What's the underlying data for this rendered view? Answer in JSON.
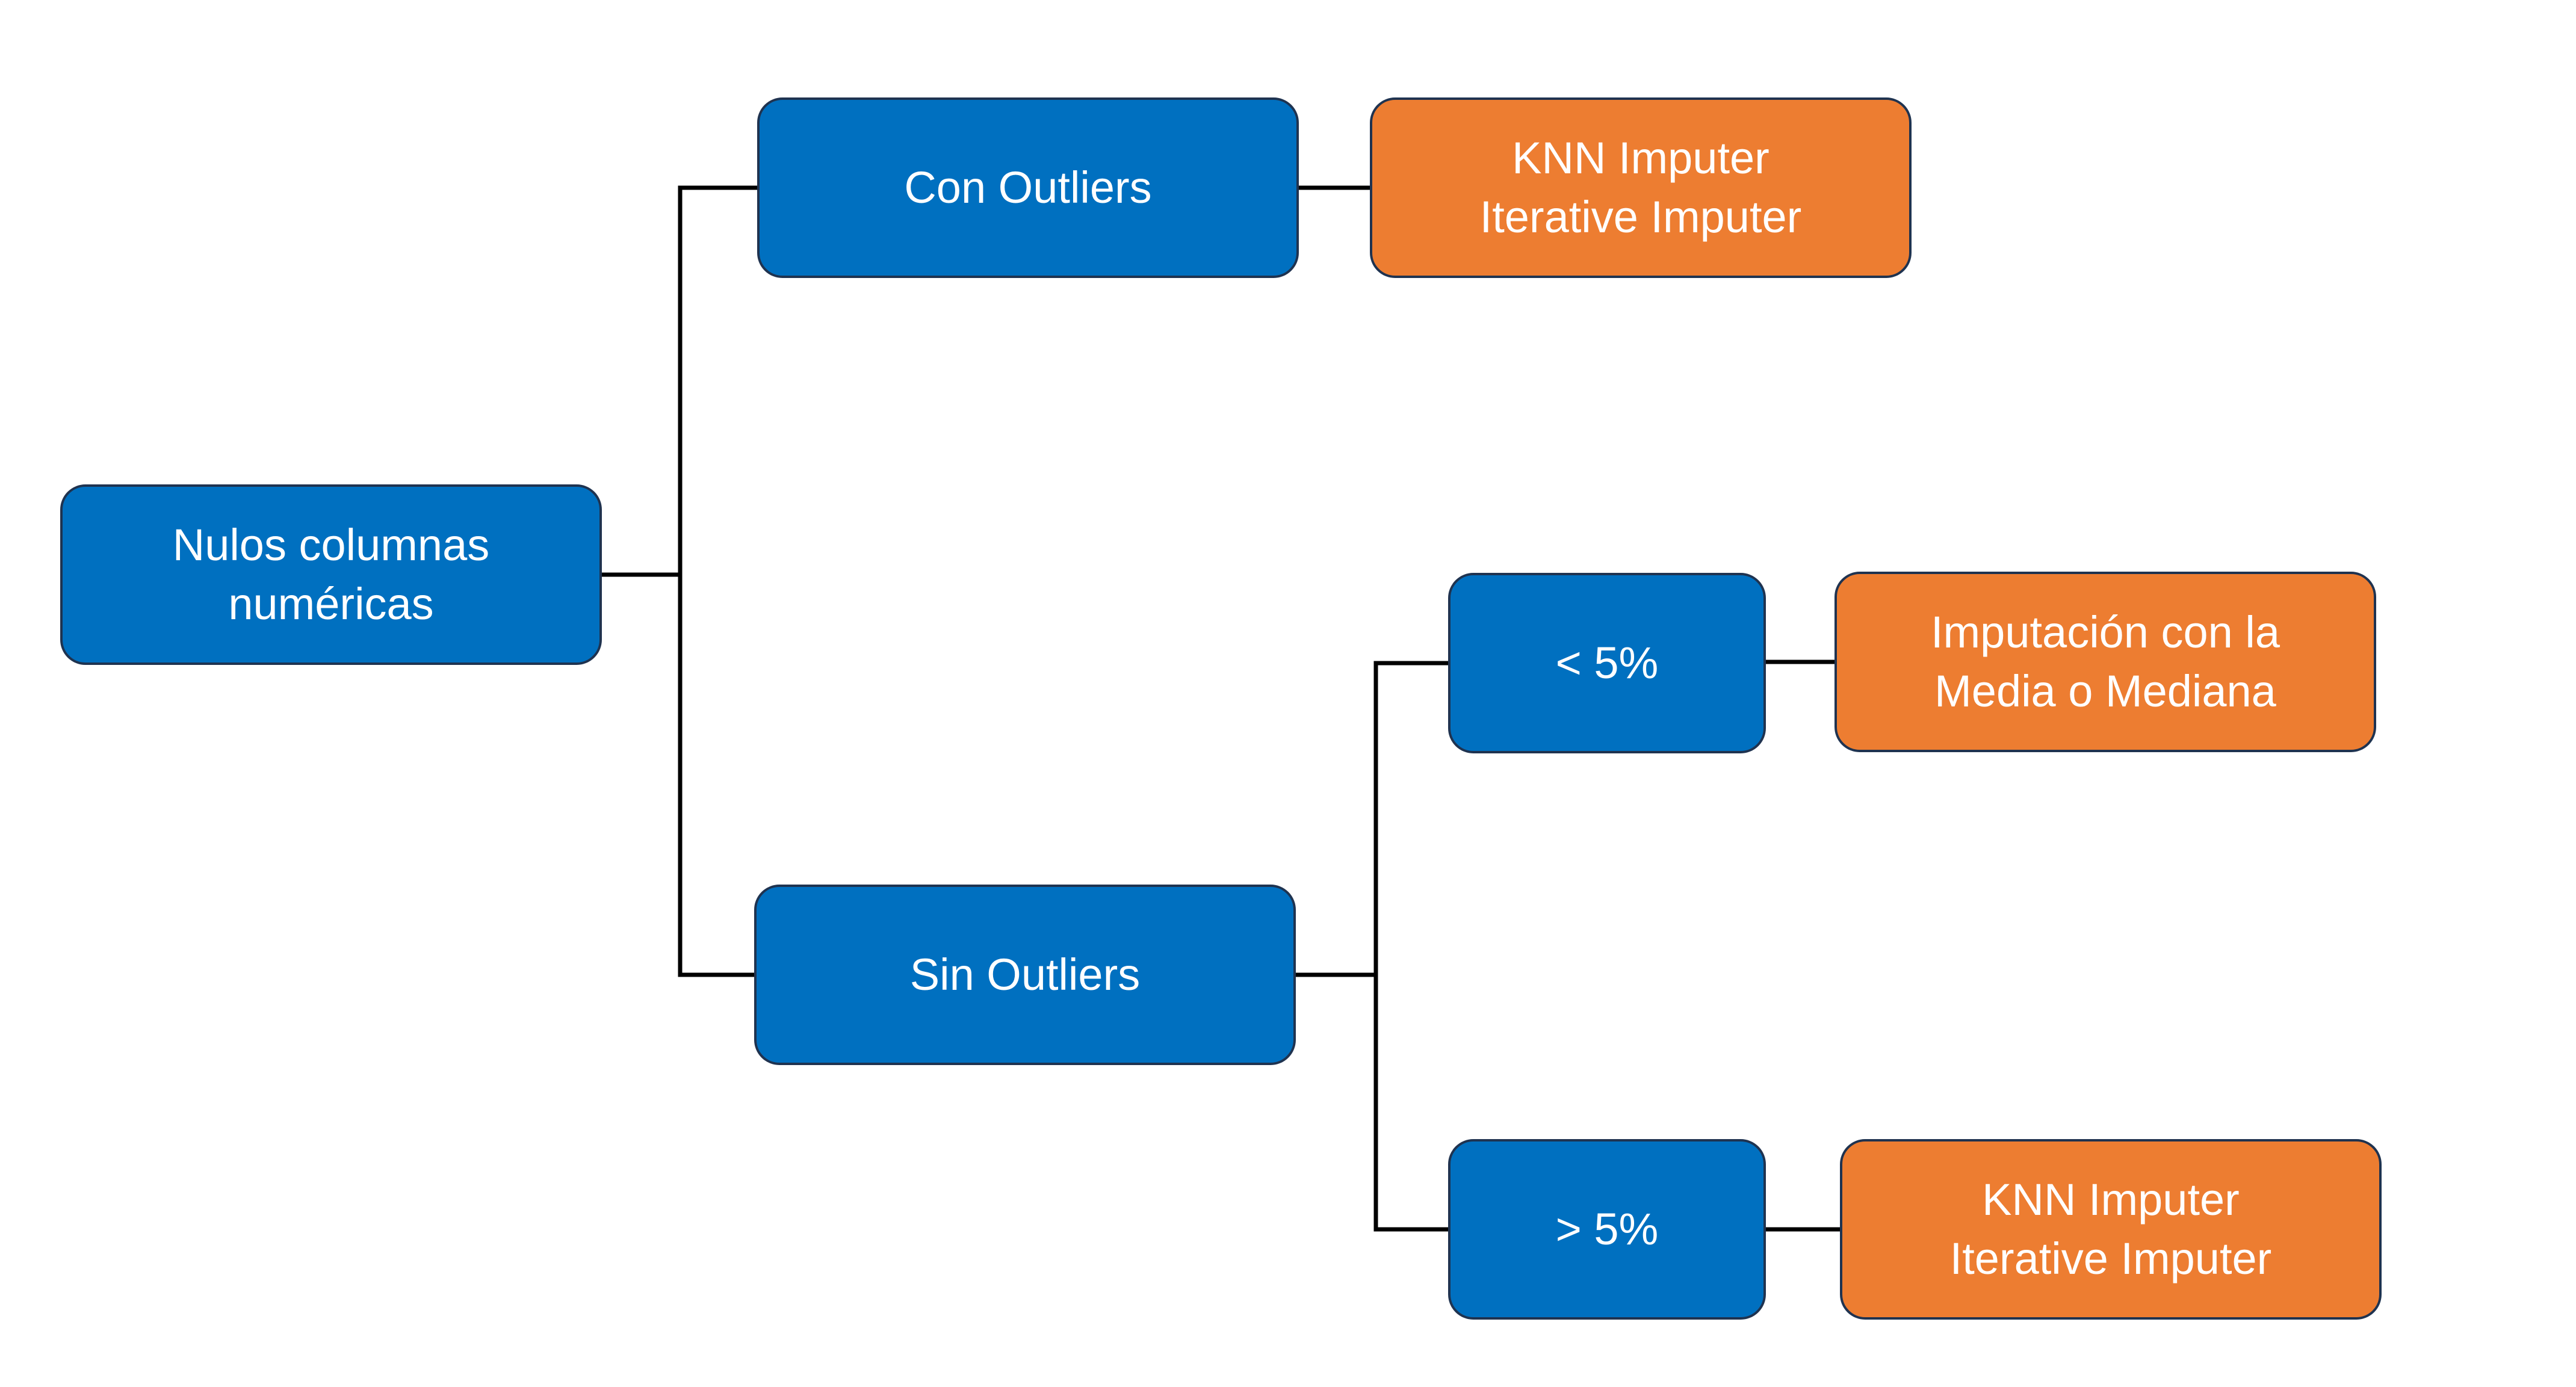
{
  "colors": {
    "decision_fill": "#0070c0",
    "result_fill": "#ed7d31",
    "border": "#1f3350",
    "connector": "#000000",
    "text": "#ffffff",
    "background": "#ffffff"
  },
  "nodes": {
    "root": {
      "lines": [
        "Nulos columnas",
        "numéricas"
      ]
    },
    "con_outliers": {
      "lines": [
        "Con Outliers"
      ]
    },
    "sin_outliers": {
      "lines": [
        "Sin Outliers"
      ]
    },
    "lt5": {
      "lines": [
        "< 5%"
      ]
    },
    "gt5": {
      "lines": [
        "> 5%"
      ]
    },
    "result_con": {
      "lines": [
        "KNN Imputer",
        "Iterative Imputer"
      ]
    },
    "result_lt5": {
      "lines": [
        "Imputación con la",
        "Media o Mediana"
      ]
    },
    "result_gt5": {
      "lines": [
        "KNN Imputer",
        "Iterative Imputer"
      ]
    }
  }
}
